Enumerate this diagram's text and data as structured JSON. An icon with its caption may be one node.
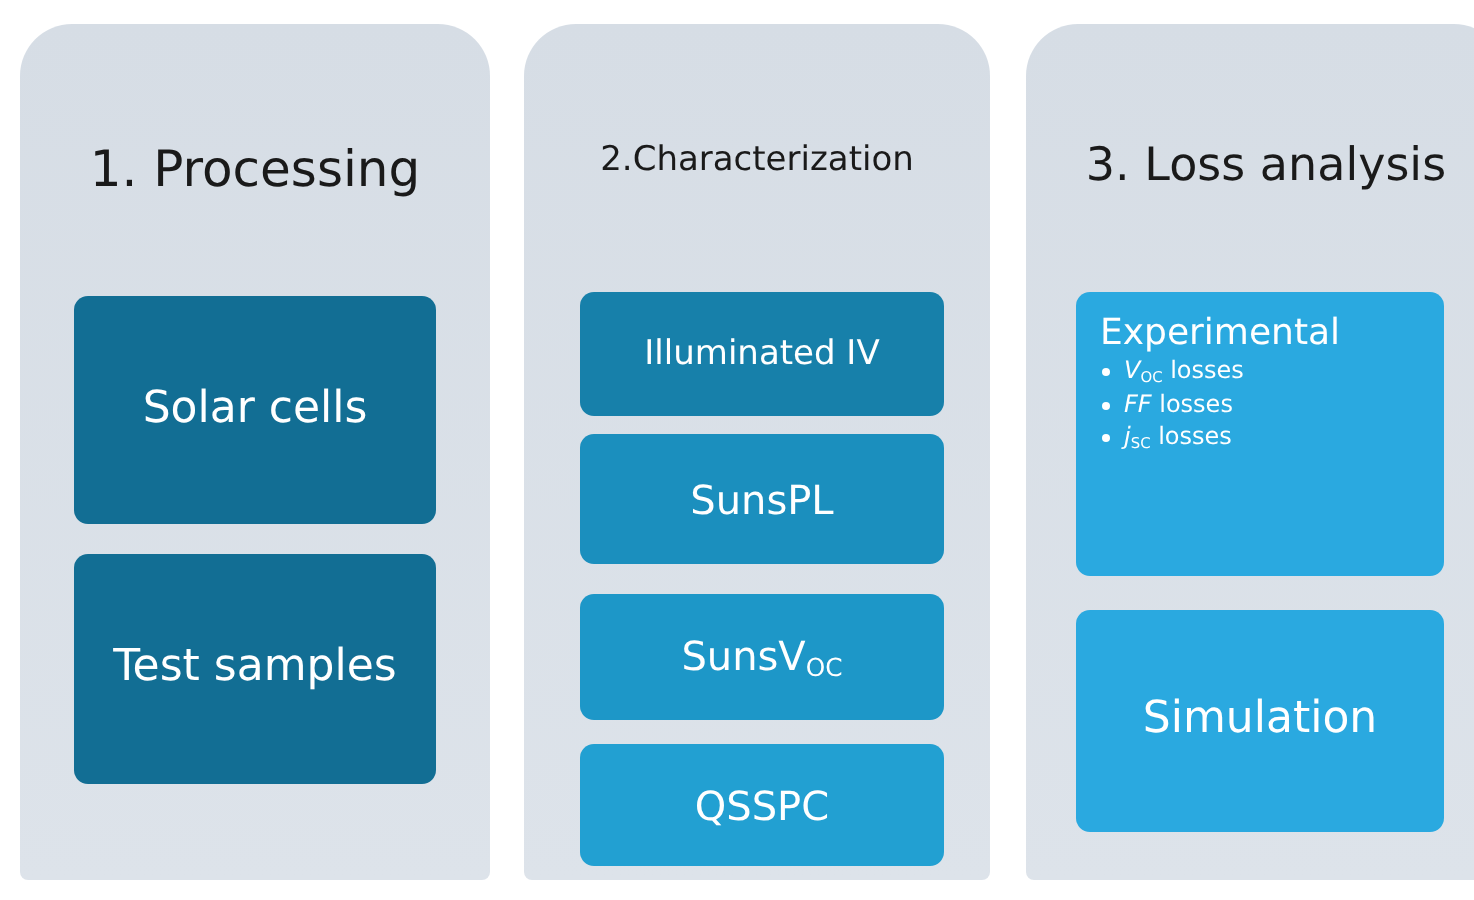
{
  "diagram": {
    "nodes": [
      {
        "text": [
          "1. Processing"
        ]
      },
      {
        "text": [
          "Solar cells"
        ],
        "in": 0
      },
      {
        "text": [
          "Test samples"
        ],
        "in": 0
      },
      {
        "text": [
          "2.Characterization"
        ]
      },
      {
        "text": [
          "Illuminated IV"
        ],
        "in": 3
      },
      {
        "text": [
          "SunsPL"
        ],
        "in": 3
      },
      {
        "text": [
          "SunsV$_{OC}$"
        ],
        "in": 3
      },
      {
        "text": [
          "QSSPC"
        ],
        "in": 3
      },
      {
        "text": [
          "3. Loss analysis"
        ]
      },
      {
        "text": [
          "Experimental",
          "*V*$_{OC}$ losses",
          "*FF* losses",
          "*j*$_{SC}$ losses"
        ],
        "in": 8
      },
      {
        "text": [
          "Simulation"
        ],
        "in": 8
      }
    ]
  }
}
